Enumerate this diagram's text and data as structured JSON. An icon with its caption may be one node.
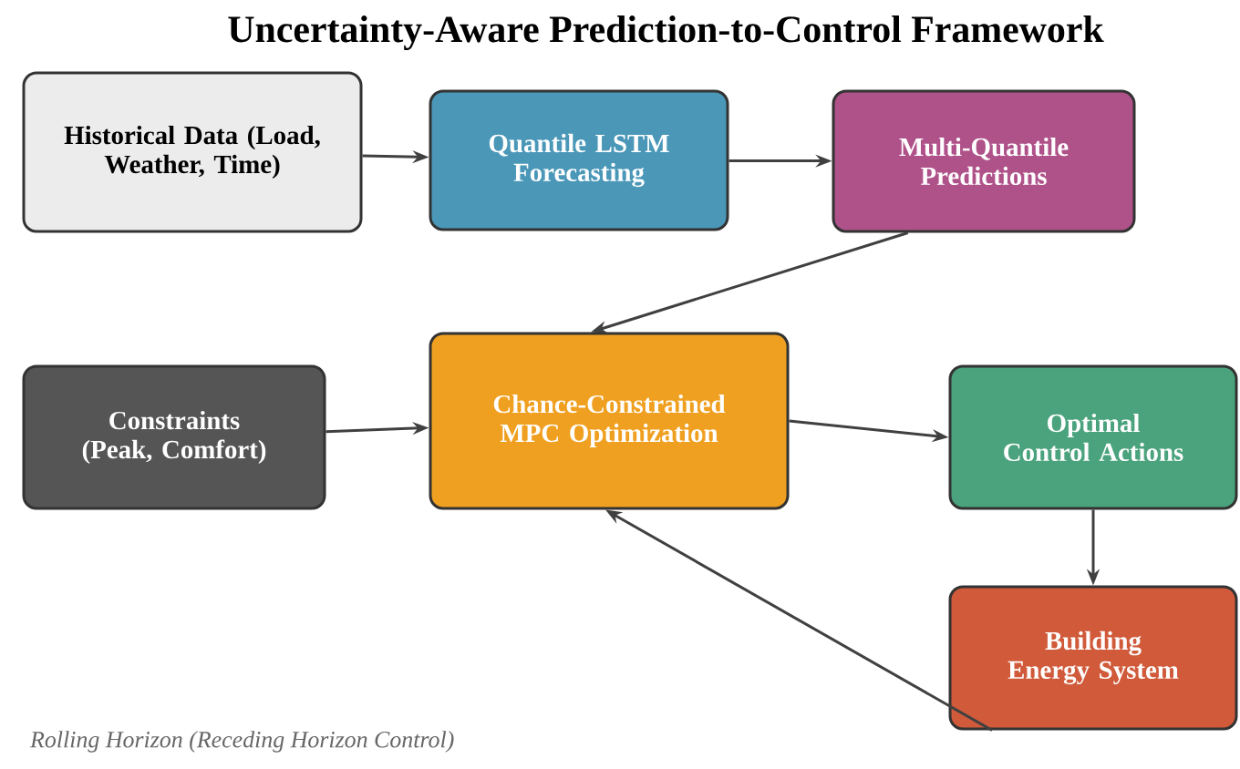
{
  "diagram": {
    "title": "Uncertainty-Aware Prediction-to-Control Framework",
    "nodes": [
      {
        "text": [
          "Historical Data (Load, Weather, Time)"
        ]
      },
      {
        "text": [
          "Quantile LSTM Forecasting"
        ]
      },
      {
        "text": [
          "Multi-Quantile Predictions"
        ]
      },
      {
        "text": [
          "Constraints (Peak, Comfort)"
        ]
      },
      {
        "text": [
          "Chance-Constrained MPC Optimization"
        ]
      },
      {
        "text": [
          "Optimal Control Actions"
        ]
      },
      {
        "text": [
          "Building Energy System"
        ]
      }
    ],
    "edges": [
      {
        "from": 0,
        "to": 1,
        "arrow": "to"
      },
      {
        "from": 1,
        "to": 2,
        "arrow": "to"
      },
      {
        "from": 2,
        "to": 4,
        "arrow": "to"
      },
      {
        "from": 3,
        "to": 4,
        "arrow": "to"
      },
      {
        "from": 4,
        "to": 5,
        "arrow": "to"
      },
      {
        "from": 5,
        "to": 6,
        "arrow": "to"
      },
      {
        "from": 6,
        "to": 4,
        "arrow": "to"
      }
    ],
    "labels": [
      "Rolling Horizon (Receding Horizon Control)"
    ]
  }
}
